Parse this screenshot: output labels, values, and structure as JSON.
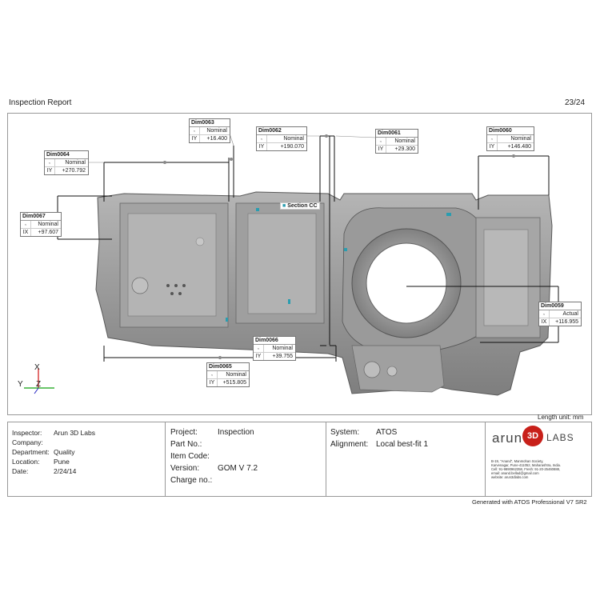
{
  "header": {
    "title": "Inspection Report",
    "page": "23/24"
  },
  "dimensions": [
    {
      "name": "Dim0063",
      "type_label": "Nominal",
      "axis": "IY",
      "value": "+16.400"
    },
    {
      "name": "Dim0062",
      "type_label": "Nominal",
      "axis": "IY",
      "value": "+190.070"
    },
    {
      "name": "Dim0061",
      "type_label": "Nominal",
      "axis": "IY",
      "value": "+29.300"
    },
    {
      "name": "Dim0060",
      "type_label": "Nominal",
      "axis": "IY",
      "value": "+146.480"
    },
    {
      "name": "Dim0064",
      "type_label": "Nominal",
      "axis": "IY",
      "value": "+270.792"
    },
    {
      "name": "Dim0067",
      "type_label": "Nominal",
      "axis": "IX",
      "value": "+97.607"
    },
    {
      "name": "Dim0059",
      "type_label": "Actual",
      "axis": "IX",
      "value": "+116.955"
    },
    {
      "name": "Dim0066",
      "type_label": "Nominal",
      "axis": "IY",
      "value": "+39.755"
    },
    {
      "name": "Dim0065",
      "type_label": "Nominal",
      "axis": "IY",
      "value": "+515.805"
    }
  ],
  "section_label": "Section CC",
  "axes": {
    "x": "X",
    "y": "Y",
    "z": "Z"
  },
  "length_unit": "Length unit: mm",
  "footer": {
    "inspector_label": "Inspector:",
    "inspector_value": "Arun 3D Labs",
    "company_label": "Company:",
    "company_value": "",
    "department_label": "Department:",
    "department_value": "Quality",
    "location_label": "Location:",
    "location_value": "Pune",
    "date_label": "Date:",
    "date_value": "2/24/14",
    "project_label": "Project:",
    "project_value": "Inspection",
    "partno_label": "Part No.:",
    "partno_value": "",
    "itemcode_label": "Item Code:",
    "itemcode_value": "",
    "version_label": "Version:",
    "version_value": "GOM V 7.2",
    "charge_label": "Charge no.:",
    "charge_value": "",
    "system_label": "System:",
    "system_value": "ATOS",
    "alignment_label": "Alignment:",
    "alignment_value": "Local best-fit 1"
  },
  "logo": {
    "text_left": "arun",
    "text_mid": "3D",
    "text_right": "LABS",
    "address_lines": [
      "B-19, \"Anand\", Manmohan Society,",
      "Karvenagar, Pune-411052, Maharashtra, India.",
      "Cell: 91-9890962358, Fresh: 91-20-25460888,",
      "email: anand.bellad@gmail.com",
      "website: arun3dlabs.com"
    ]
  },
  "generated": "Generated with ATOS Professional V7 SR2",
  "colors": {
    "border": "#999999",
    "part_gray": "#8a8a8a",
    "axis_x_red": "#d01010",
    "axis_y_green": "#10a010",
    "logo_red": "#c8201a",
    "cyan_marks": "#2a9db0"
  }
}
